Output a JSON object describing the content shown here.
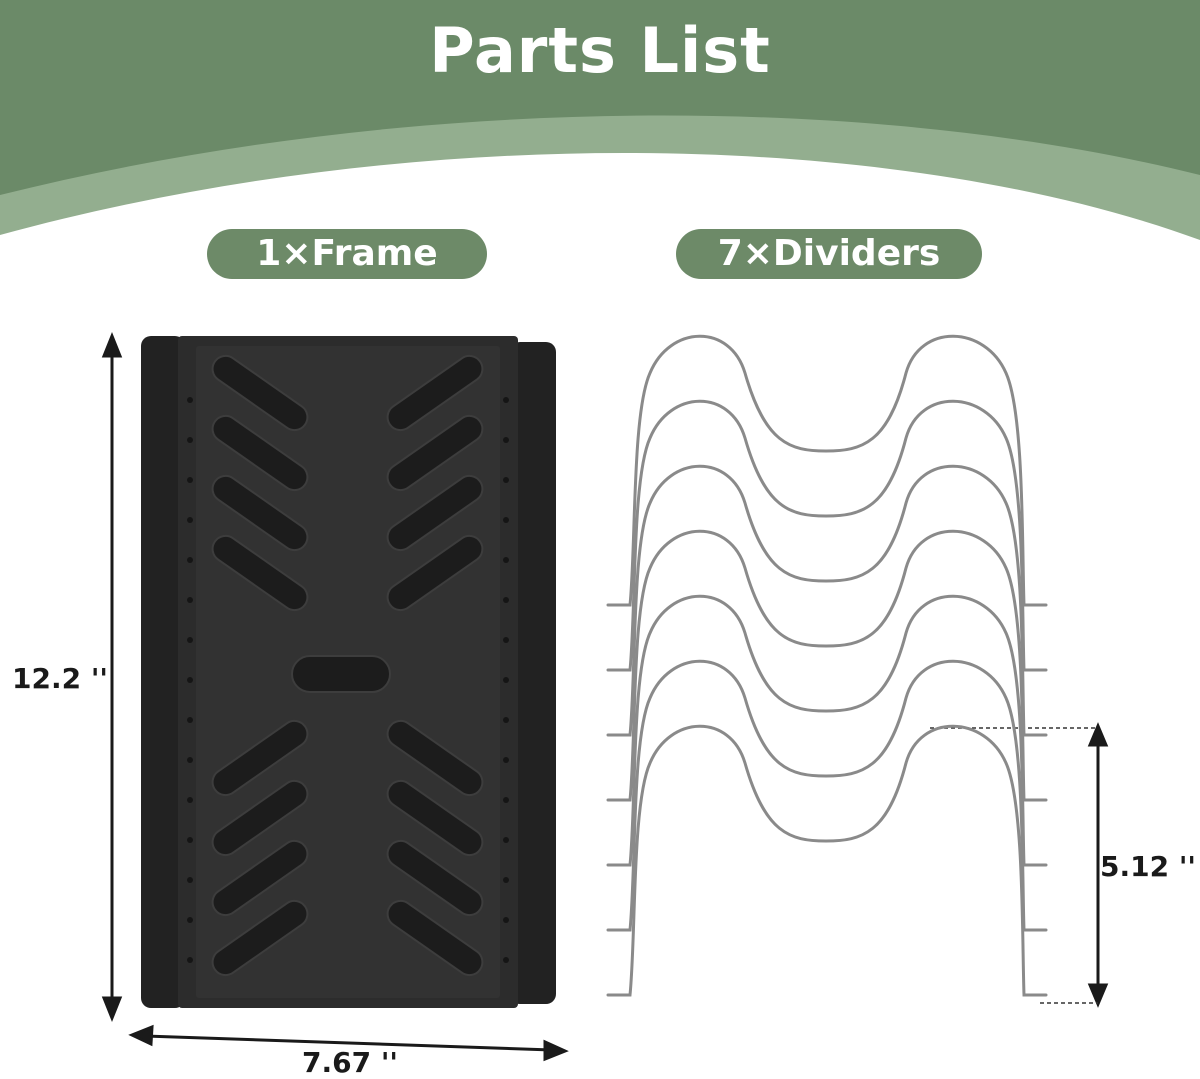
{
  "header": {
    "title": "Parts List"
  },
  "parts": [
    {
      "label": "1×Frame"
    },
    {
      "label": "7×Dividers"
    }
  ],
  "dimensions": {
    "frame_height": "12.2 ''",
    "frame_width": "7.67 ''",
    "divider_height": "5.12 ''"
  },
  "colors": {
    "banner_green": "#6b8a68",
    "banner_light": "#93ae8f",
    "pill_green": "#6d8a68",
    "frame_black": "#2a2a2a",
    "wire_gray": "#8a8a8a"
  },
  "icons": [
    "frame-rack-image",
    "divider-wires-image"
  ]
}
